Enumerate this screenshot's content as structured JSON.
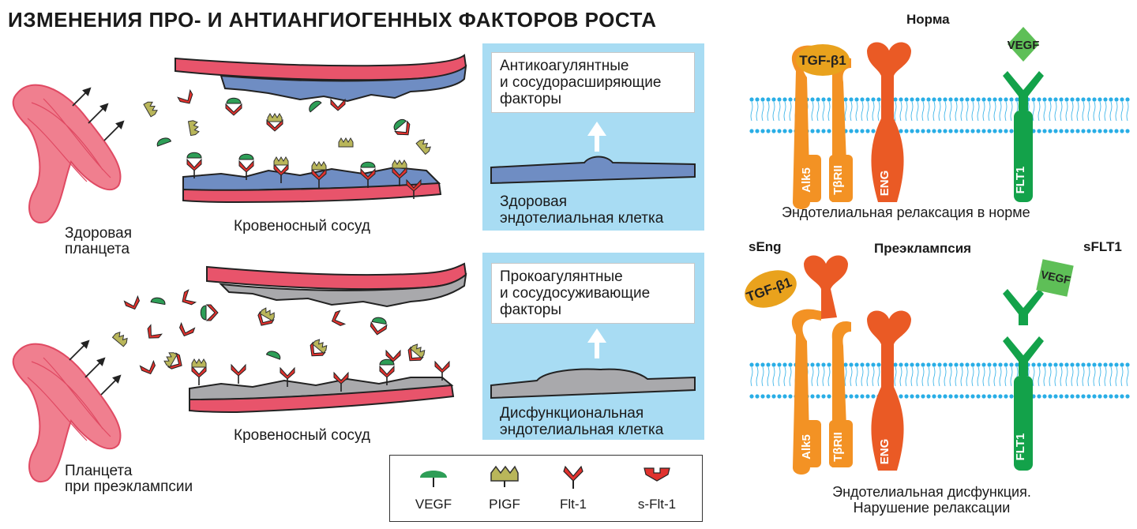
{
  "title": "ИЗМЕНЕНИЯ ПРО- И АНТИАНГИОГЕННЫХ ФАКТОРОВ РОСТА",
  "left": {
    "healthy_placenta": [
      "Здоровая",
      "планцета"
    ],
    "preeclampsia_placenta": [
      "Планцета",
      "при преэклампсии"
    ],
    "vessel_label_top": "Кровеносный сосуд",
    "vessel_label_bottom": "Кровеносный сосуд"
  },
  "panels": {
    "top": {
      "box": [
        "Антикоагулянтные",
        "и сосудорасширяющие",
        "факторы"
      ],
      "caption": [
        "Здоровая",
        "эндотелиальная клетка"
      ]
    },
    "bottom": {
      "box": [
        "Прокоагулянтные",
        "и сосудосуживающие",
        "факторы"
      ],
      "caption": [
        "Дисфункциональная",
        "эндотелиальная клетка"
      ]
    }
  },
  "legend": {
    "items": [
      "VEGF",
      "PIGF",
      "Flt-1",
      "s-Flt-1"
    ]
  },
  "right": {
    "norm_label": "Норма",
    "norm_caption": "Эндотелиальная релаксация в норме",
    "pe_label": "Преэклампсия",
    "seng_label": "sEng",
    "sflt1_label": "sFLT1",
    "pe_caption": [
      "Эндотелиальная дисфункция.",
      "Нарушение релаксации"
    ],
    "tgf": "TGF-β1",
    "vegf": "VEGF",
    "alk5": "Alk5",
    "tbrii": "TβRII",
    "eng": "ENG",
    "flt1": "FLT1"
  },
  "colors": {
    "placenta": "#f07f8f",
    "vessel_red": "#e8546b",
    "vessel_blue": "#6f8dc3",
    "vessel_gray": "#a9a9ac",
    "vegf_green": "#2e9e57",
    "pigf_olive": "#b9b65a",
    "flt_red": "#e0322e",
    "panel_blue": "#a8dcf3",
    "orange": "#f39224",
    "eng_orange": "#ea5a25",
    "tgf_yellow": "#e9a21d",
    "flt1_green": "#13a24a",
    "vegf_diamond": "#5ebf57",
    "membrane": "#29aee6"
  }
}
